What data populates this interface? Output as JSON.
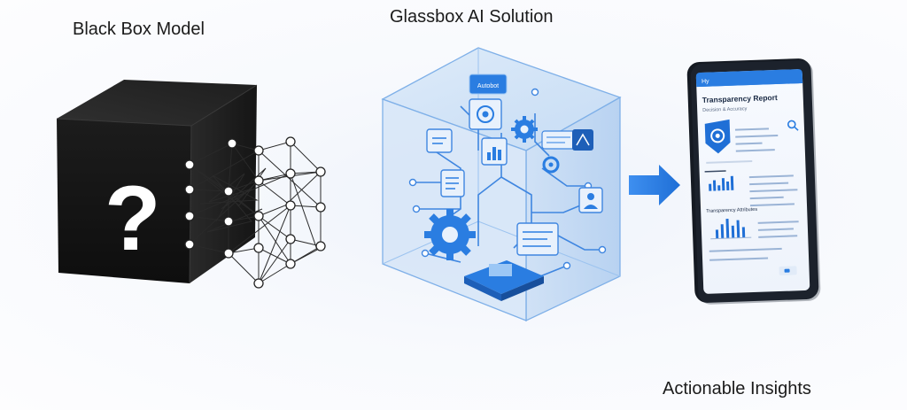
{
  "captions": {
    "black_box": "Black Box Model",
    "glassbox": "Glassbox AI Solution",
    "insights": "Actionable Insights"
  },
  "black_box": {
    "symbol": "?",
    "icon": "question-mark-icon"
  },
  "glass_cube": {
    "tag_label": "Autobot",
    "icons": [
      "gear-icon",
      "chip-icon",
      "chart-icon",
      "document-icon",
      "user-icon"
    ]
  },
  "arrow": {
    "icon": "right-arrow-icon",
    "color": "#2a7de1"
  },
  "tablet": {
    "app_label": "Hy",
    "report_title": "Transparency Report",
    "report_subtitle": "Decision & Accuracy",
    "section2_title": "Transparency Attributes",
    "icons": [
      "search-icon",
      "shield-icon",
      "bar-chart-icon"
    ]
  },
  "colors": {
    "accent": "#2a7de1",
    "cube_black": "#151515",
    "glass_blue": "#9cc3ef"
  }
}
